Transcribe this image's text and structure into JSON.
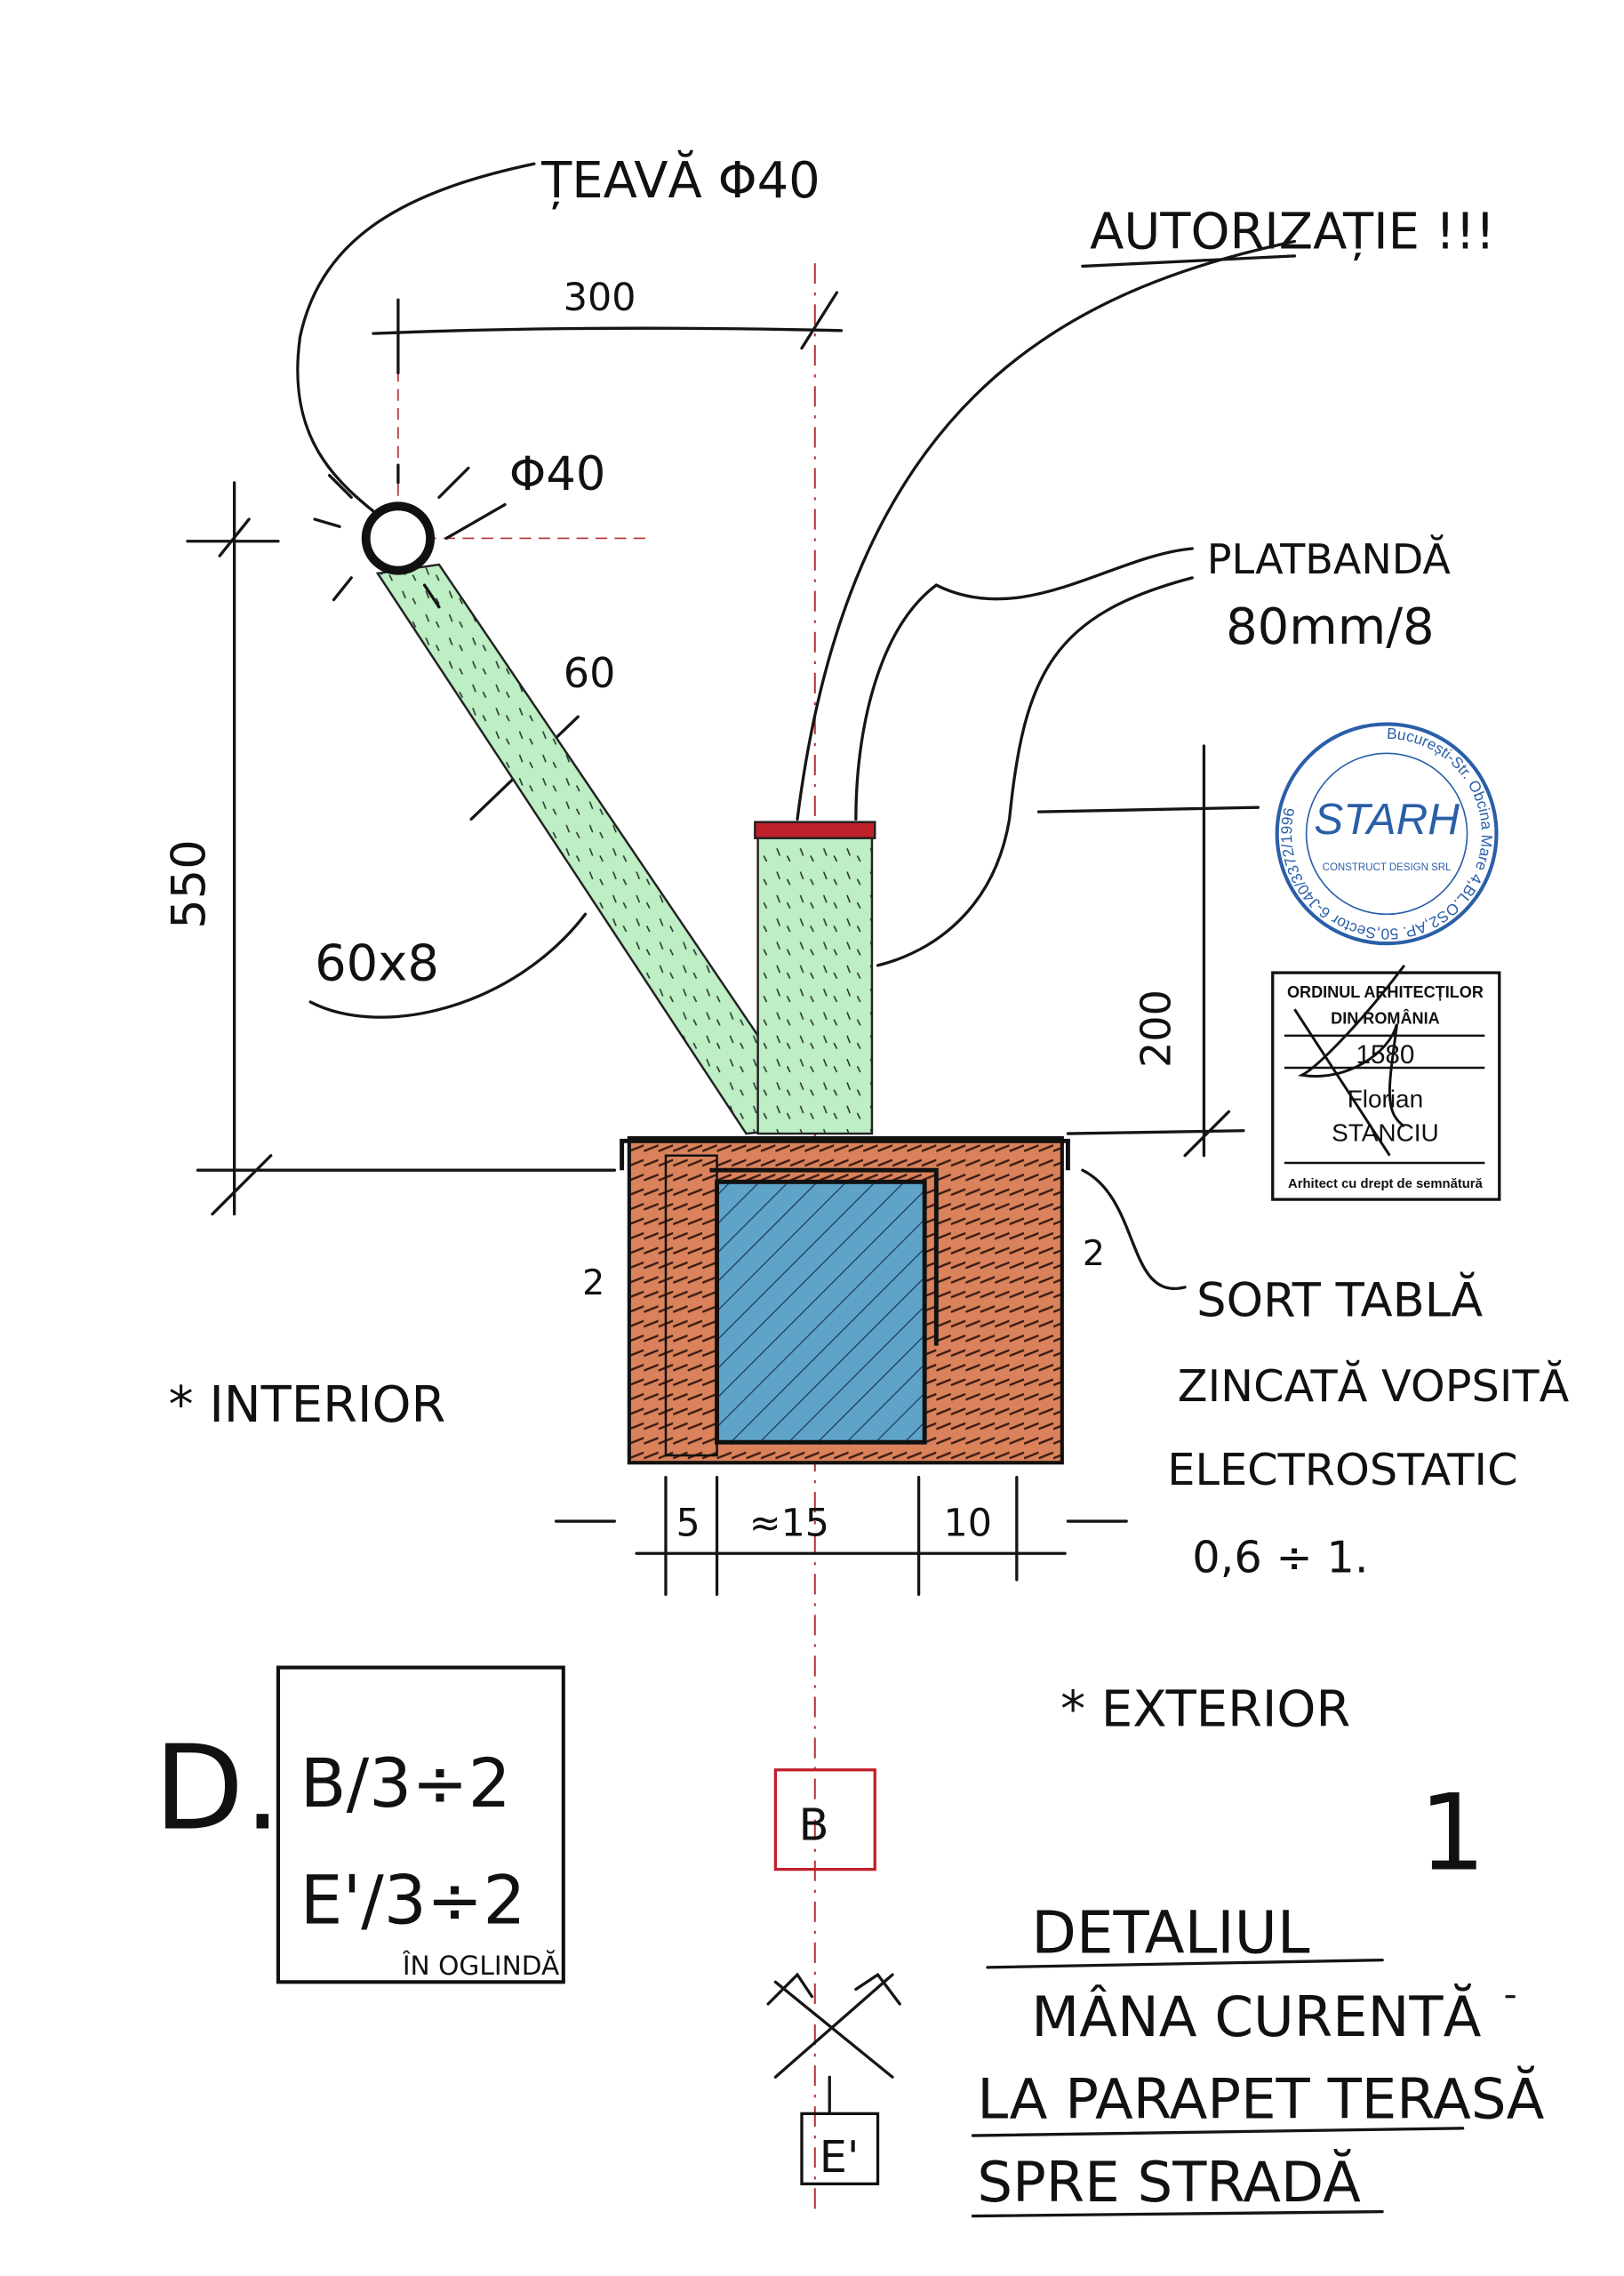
{
  "sheet": {
    "title_lines": [
      "DETALIUL",
      "MÂNA CURENTĂ",
      "LA PARAPET TERASĂ",
      "SPRE STRADĂ"
    ],
    "sheet_number": "1",
    "authorization_note": "AUTORIZAȚIE !!!",
    "detail_mark": "D.",
    "references": [
      "B/3÷2",
      "E'/3÷2",
      "ÎN OGLINDĂ"
    ],
    "section_marks": {
      "b": "B",
      "e": "E'"
    }
  },
  "labels": {
    "pipe": "ȚEAVĂ Φ40",
    "pipe_diameter": "Φ40",
    "flat_bar_1": "PLATBANDĂ",
    "flat_bar_2": "80mm/8",
    "diagonal_bar": "60x8",
    "interior": "* INTERIOR",
    "exterior": "* EXTERIOR",
    "flashing": [
      "SORT TABLĂ",
      "ZINCATĂ VOPSITĂ",
      "ELECTROSTATIC",
      "0,6 ÷ 1."
    ]
  },
  "dimensions": {
    "horizontal_offset": "300",
    "height": "550",
    "bar_width": "60",
    "post_height": "200",
    "side_gap_left": "2",
    "side_gap_right": "2",
    "bottom": [
      "5",
      "≈15",
      "10"
    ]
  },
  "stamps": {
    "company_ring": "București-Str. Obcina Mare 4,BL.OS2,AP. 50,Sector 6-J40/3372/1996",
    "company_logo": "STARH",
    "company_sub": "CONSTRUCT DESIGN SRL",
    "order_line1": "ORDINUL ARHITECȚILOR",
    "order_line2": "DIN ROMÂNIA",
    "order_number": "1580",
    "architect_first": "Florian",
    "architect_last": "STANCIU",
    "architect_role": "Arhitect cu drept de semnătură"
  },
  "colors": {
    "green": "#a8e6b0",
    "brick": "#c8683f",
    "blue": "#4a90b8",
    "red": "#c0202a",
    "stamp_blue": "#2a5fa8"
  }
}
